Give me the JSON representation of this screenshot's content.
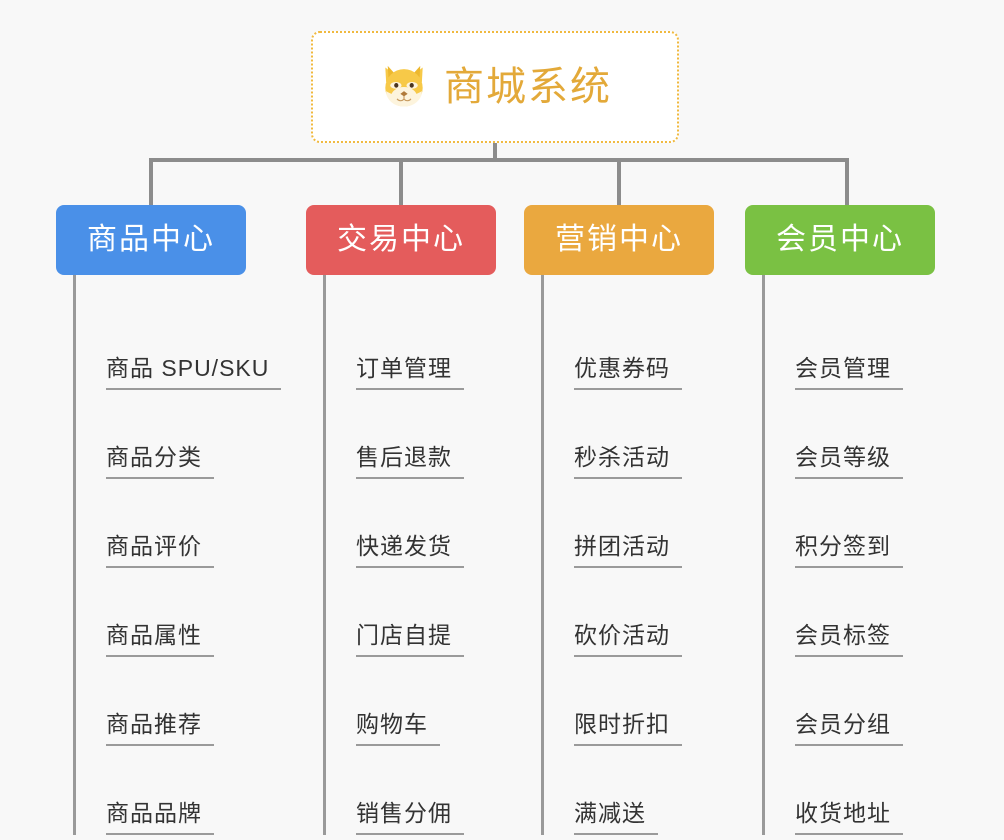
{
  "background_color": "#f8f8f8",
  "root": {
    "title": "商城系统",
    "icon": "shiba-dog-icon",
    "border_color": "#f0b93f",
    "text_color": "#e3a939",
    "background": "#ffffff"
  },
  "connector_color": "#8c8c8c",
  "leaf_line_color": "#9a9a9a",
  "leaf_text_color": "#333333",
  "categories": [
    {
      "label": "商品中心",
      "color": "#4a90e8",
      "items": [
        "商品 SPU/SKU",
        "商品分类",
        "商品评价",
        "商品属性",
        "商品推荐",
        "商品品牌"
      ]
    },
    {
      "label": "交易中心",
      "color": "#e45c5c",
      "items": [
        "订单管理",
        "售后退款",
        "快递发货",
        "门店自提",
        "购物车",
        "销售分佣"
      ]
    },
    {
      "label": "营销中心",
      "color": "#eaa83f",
      "items": [
        "优惠券码",
        "秒杀活动",
        "拼团活动",
        "砍价活动",
        "限时折扣",
        "满减送"
      ]
    },
    {
      "label": "会员中心",
      "color": "#7ac143",
      "items": [
        "会员管理",
        "会员等级",
        "积分签到",
        "会员标签",
        "会员分组",
        "收货地址"
      ]
    }
  ]
}
